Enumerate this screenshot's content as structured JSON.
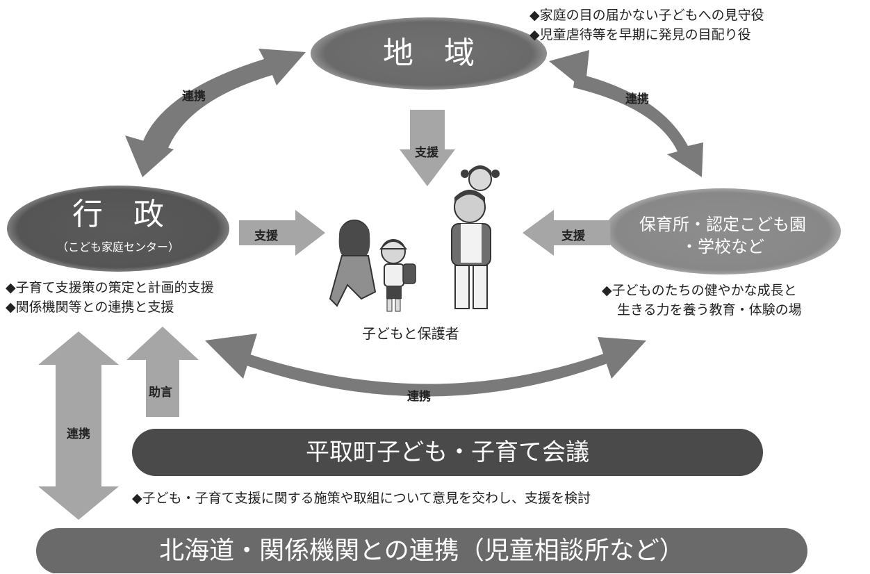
{
  "region": {
    "title": "地　域",
    "notes": [
      "◆家庭の目の届かない子どもへの見守役",
      "◆児童虐待等を早期に発見の目配り役"
    ]
  },
  "admin": {
    "title": "行　政",
    "subtitle": "（こども家庭センター）",
    "notes": [
      "◆子育て支援策の策定と計画的支援",
      "◆関係機関等との連携と支援"
    ]
  },
  "school": {
    "title_line1": "保育所・認定こども園",
    "title_line2": "・学校など",
    "notes": [
      "◆子どものたちの健やかな成長と",
      "生きる力を養う教育・体験の場"
    ]
  },
  "center": {
    "label": "子どもと保護者"
  },
  "arrows": {
    "left_top": "連携",
    "right_top": "連携",
    "down": "支援",
    "from_admin": "支援",
    "from_school": "支援",
    "bottom_curve": "連携",
    "advice": "助言",
    "vertical_left": "連携"
  },
  "council": {
    "title": "平取町子ども・子育て会議",
    "note": "◆子ども・子育て支援に関する施策や取組について意見を交わし、支援を検討"
  },
  "hokkaido": {
    "title": "北海道・関係機関との連携（児童相談所など）"
  },
  "colors": {
    "dark_oval": "#595959",
    "region_oval": "#6e6e6e",
    "school_oval": "#8c8c8c",
    "arrow_dark": "#7a7a7a",
    "arrow_light": "#a6a6a6",
    "bar_dark": "#4a4a4a",
    "bar_mid": "#6a6a6a"
  }
}
